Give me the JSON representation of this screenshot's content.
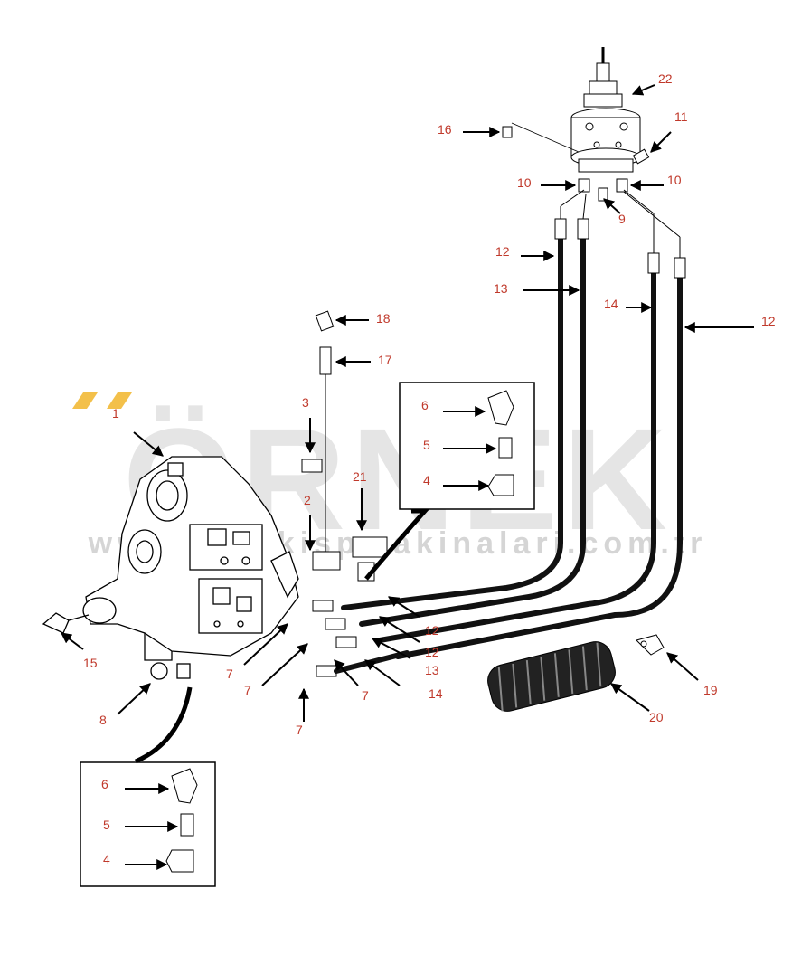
{
  "watermark": {
    "brand": "ÖRNEK",
    "url": "www.ornekispmakinalari.com.tr",
    "accent_color": "#f3c04a"
  },
  "callouts": [
    {
      "id": "c22",
      "text": "22"
    },
    {
      "id": "c16",
      "text": "16"
    },
    {
      "id": "c11",
      "text": "11"
    },
    {
      "id": "c10a",
      "text": "10"
    },
    {
      "id": "c10b",
      "text": "10"
    },
    {
      "id": "c9",
      "text": "9"
    },
    {
      "id": "c12a",
      "text": "12"
    },
    {
      "id": "c13a",
      "text": "13"
    },
    {
      "id": "c14a",
      "text": "14"
    },
    {
      "id": "c12b",
      "text": "12"
    },
    {
      "id": "c18",
      "text": "18"
    },
    {
      "id": "c17",
      "text": "17"
    },
    {
      "id": "c3",
      "text": "3"
    },
    {
      "id": "c1",
      "text": "1"
    },
    {
      "id": "c2",
      "text": "2"
    },
    {
      "id": "c21",
      "text": "21"
    },
    {
      "id": "c6a",
      "text": "6"
    },
    {
      "id": "c5a",
      "text": "5"
    },
    {
      "id": "c4a",
      "text": "4"
    },
    {
      "id": "c12c",
      "text": "12"
    },
    {
      "id": "c12d",
      "text": "12"
    },
    {
      "id": "c13b",
      "text": "13"
    },
    {
      "id": "c14b",
      "text": "14"
    },
    {
      "id": "c7a",
      "text": "7"
    },
    {
      "id": "c7b",
      "text": "7"
    },
    {
      "id": "c7c",
      "text": "7"
    },
    {
      "id": "c7d",
      "text": "7"
    },
    {
      "id": "c15",
      "text": "15"
    },
    {
      "id": "c8",
      "text": "8"
    },
    {
      "id": "c19",
      "text": "19"
    },
    {
      "id": "c20",
      "text": "20"
    },
    {
      "id": "c6b",
      "text": "6"
    },
    {
      "id": "c5b",
      "text": "5"
    },
    {
      "id": "c4b",
      "text": "4"
    }
  ]
}
